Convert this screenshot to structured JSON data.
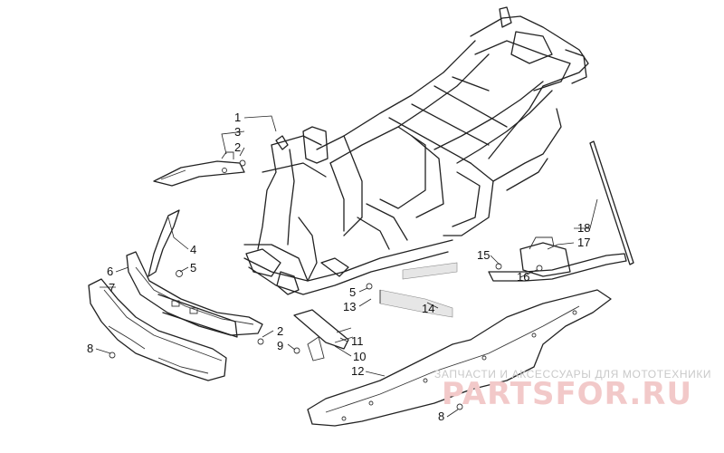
{
  "diagram": {
    "callouts": [
      {
        "id": "c1",
        "label": "1"
      },
      {
        "id": "c3",
        "label": "3"
      },
      {
        "id": "c2a",
        "label": "2"
      },
      {
        "id": "c4",
        "label": "4"
      },
      {
        "id": "c5a",
        "label": "5"
      },
      {
        "id": "c6",
        "label": "6"
      },
      {
        "id": "c7",
        "label": "7"
      },
      {
        "id": "c8a",
        "label": "8"
      },
      {
        "id": "c2b",
        "label": "2"
      },
      {
        "id": "c9",
        "label": "9"
      },
      {
        "id": "c5b",
        "label": "5"
      },
      {
        "id": "c13",
        "label": "13"
      },
      {
        "id": "c14",
        "label": "14"
      },
      {
        "id": "c11",
        "label": "11"
      },
      {
        "id": "c10",
        "label": "10"
      },
      {
        "id": "c12",
        "label": "12"
      },
      {
        "id": "c8b",
        "label": "8"
      },
      {
        "id": "c15",
        "label": "15"
      },
      {
        "id": "c16",
        "label": "16"
      },
      {
        "id": "c18",
        "label": "18"
      },
      {
        "id": "c17",
        "label": "17"
      }
    ]
  },
  "watermark": {
    "tagline": "ЗАПЧАСТИ И АКСЕССУАРЫ ДЛЯ МОТОТЕХНИКИ",
    "logo": "PARTSFOR.RU"
  },
  "colors": {
    "line": "#222222",
    "watermark_text": "#c9c9c9",
    "watermark_logo": "#f2c9c9"
  }
}
